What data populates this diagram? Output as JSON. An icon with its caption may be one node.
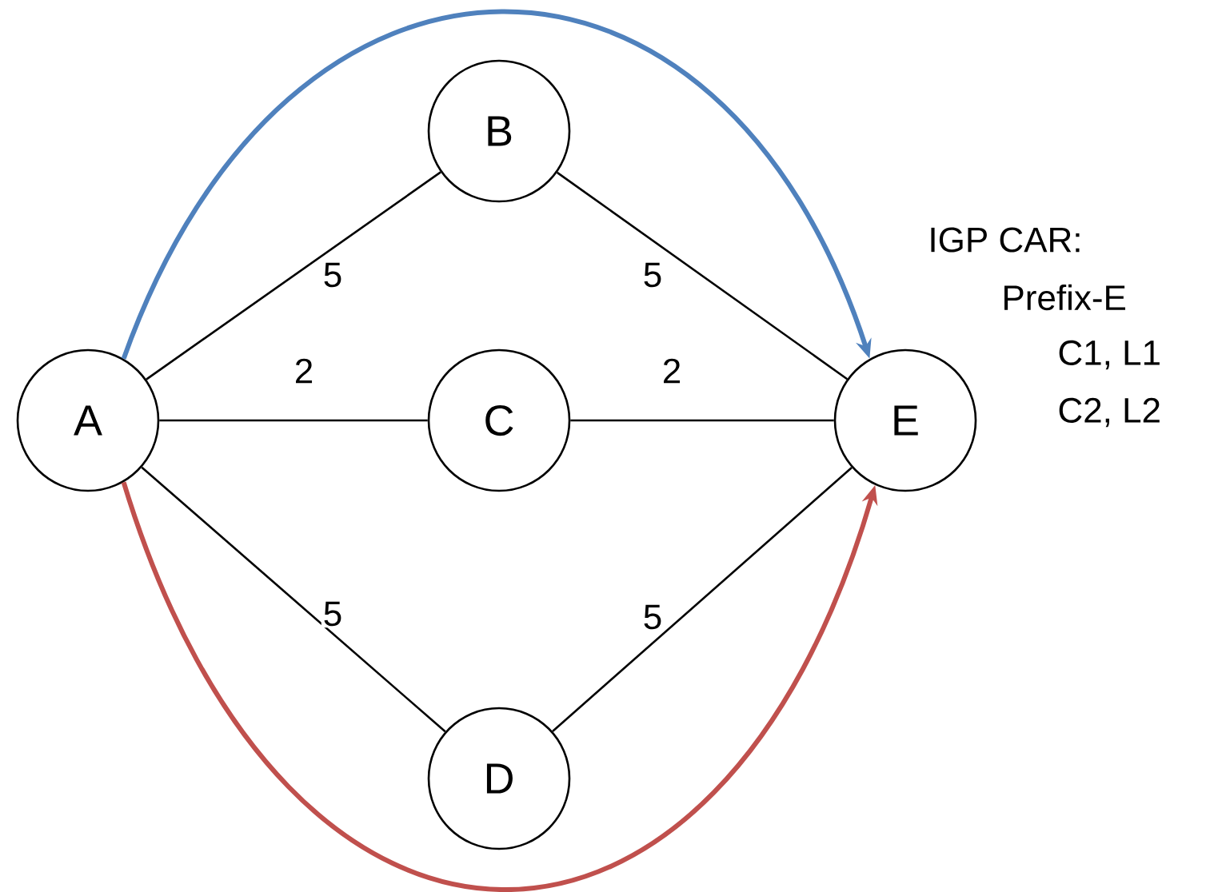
{
  "diagram": {
    "nodes": [
      {
        "text": [
          "A"
        ]
      },
      {
        "text": [
          "B"
        ]
      },
      {
        "text": [
          "C"
        ]
      },
      {
        "text": [
          "D"
        ]
      },
      {
        "text": [
          "E"
        ]
      }
    ],
    "edges": [
      {
        "from": 0,
        "to": 1,
        "arrow": "none",
        "label": "5"
      },
      {
        "from": 1,
        "to": 4,
        "arrow": "none",
        "label": "5"
      },
      {
        "from": 0,
        "to": 2,
        "arrow": "none",
        "label": "2"
      },
      {
        "from": 2,
        "to": 4,
        "arrow": "none",
        "label": "2"
      },
      {
        "from": 0,
        "to": 3,
        "arrow": "none",
        "label": "5"
      },
      {
        "from": 3,
        "to": 4,
        "arrow": "none",
        "label": "5"
      },
      {
        "from": 0,
        "to": 4,
        "arrow": "to",
        "style": "thick",
        "color": "#4f81bd"
      },
      {
        "from": 0,
        "to": 4,
        "arrow": "to",
        "style": "thick",
        "color": "#c0504d"
      }
    ],
    "labels": [
      "IGP CAR:",
      "Prefix-E",
      "C1, L1",
      "C2, L2"
    ]
  }
}
